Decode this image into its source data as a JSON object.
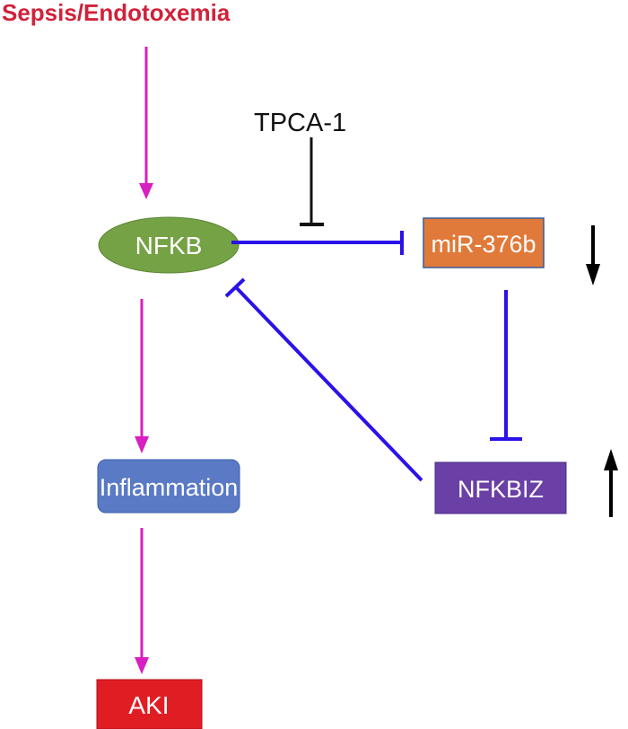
{
  "title": "Sepsis/Endotoxemia",
  "inhibitor": "TPCA-1",
  "nodes": {
    "nfkb": "NFKB",
    "mir": "miR-376b",
    "inflammation": "Inflammation",
    "aki": "AKI",
    "nfkbiz": "NFKBIZ"
  },
  "colors": {
    "title": "#d0223a",
    "activation_arrow": "#d81fbf",
    "inhibition_line": "#2a12e8",
    "tpca_line": "#111111",
    "nfkb_fill": "#75a244",
    "mir_fill": "#e07a3a",
    "inflammation_fill": "#5a7ac6",
    "aki_fill": "#e11d24",
    "nfkbiz_fill": "#6a3fa6",
    "trend_arrow": "#000000"
  },
  "trends": {
    "mir": "down-arrow-icon",
    "nfkbiz": "up-arrow-icon"
  }
}
